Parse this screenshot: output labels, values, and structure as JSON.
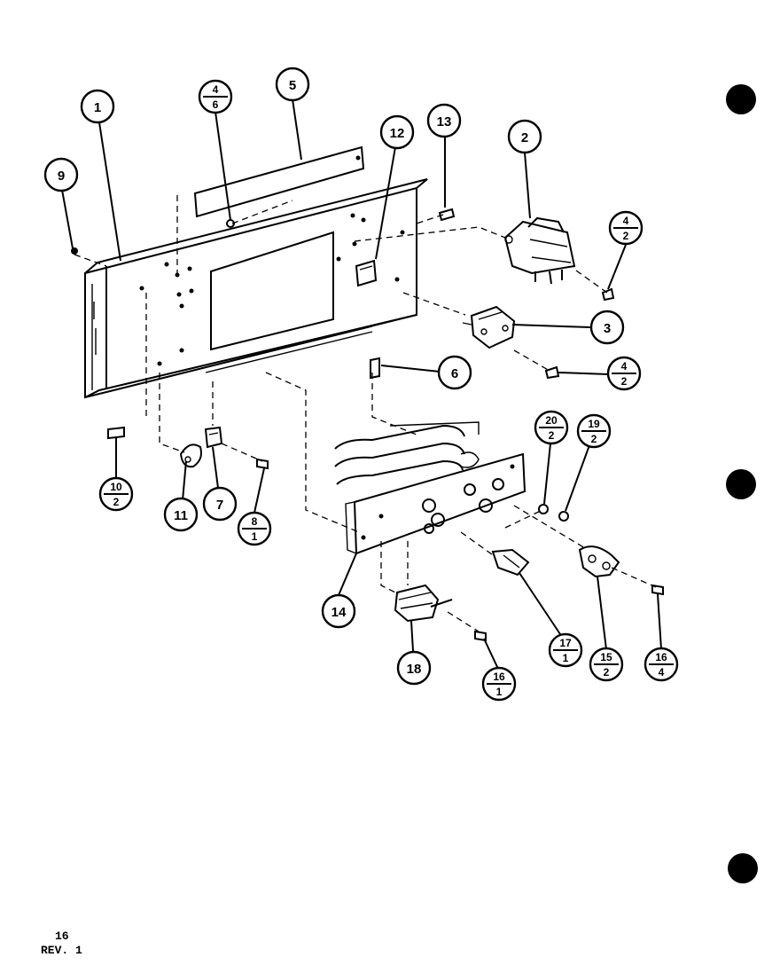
{
  "callouts": [
    {
      "id": "c1",
      "label": "1"
    },
    {
      "id": "c2",
      "label": "2"
    },
    {
      "id": "c3",
      "label": "3"
    },
    {
      "id": "c5",
      "label": "5"
    },
    {
      "id": "c6",
      "label": "6"
    },
    {
      "id": "c7",
      "label": "7"
    },
    {
      "id": "c9",
      "label": "9"
    },
    {
      "id": "c11",
      "label": "11"
    },
    {
      "id": "c12",
      "label": "12"
    },
    {
      "id": "c13",
      "label": "13"
    },
    {
      "id": "c14",
      "label": "14"
    },
    {
      "id": "c18",
      "label": "18"
    }
  ],
  "fraction_callouts": [
    {
      "id": "f4_6",
      "top": "4",
      "bottom": "6"
    },
    {
      "id": "f4_2a",
      "top": "4",
      "bottom": "2"
    },
    {
      "id": "f4_2b",
      "top": "4",
      "bottom": "2"
    },
    {
      "id": "f10_2",
      "top": "10",
      "bottom": "2"
    },
    {
      "id": "f8_1",
      "top": "8",
      "bottom": "1"
    },
    {
      "id": "f20_2",
      "top": "20",
      "bottom": "2"
    },
    {
      "id": "f19_2",
      "top": "19",
      "bottom": "2"
    },
    {
      "id": "f17_1",
      "top": "17",
      "bottom": "1"
    },
    {
      "id": "f15_2",
      "top": "15",
      "bottom": "2"
    },
    {
      "id": "f16_4",
      "top": "16",
      "bottom": "4"
    },
    {
      "id": "f16_1",
      "top": "16",
      "bottom": "1"
    }
  ],
  "footer": {
    "page_number": "16",
    "revision": "REV. 1"
  }
}
